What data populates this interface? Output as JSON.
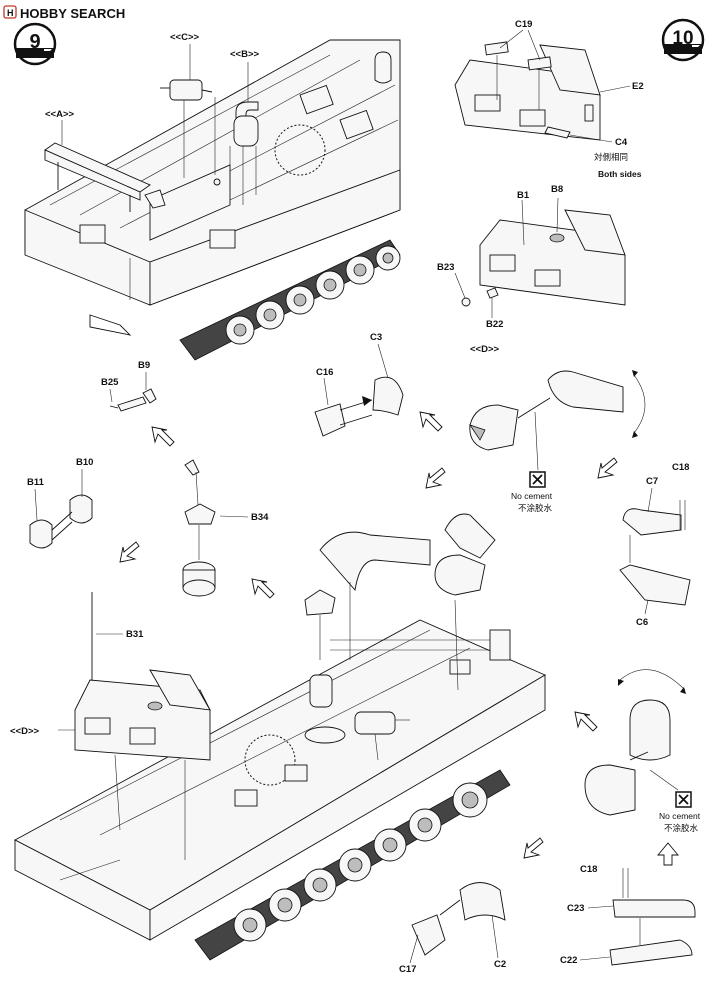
{
  "watermark": {
    "brand": "HOBBY SEARCH"
  },
  "steps": {
    "left": "9",
    "right": "10",
    "label": "STEP"
  },
  "callouts": {
    "A": "<<A>>",
    "B": "<<B>>",
    "C": "<<C>>",
    "D_top": "<<D>>",
    "D_bottom": "<<D>>"
  },
  "parts": {
    "C19": "C19",
    "E2": "E2",
    "C4": "C4",
    "B1": "B1",
    "B8": "B8",
    "B23": "B23",
    "B22": "B22",
    "C3": "C3",
    "C16": "C16",
    "B9": "B9",
    "B25": "B25",
    "B10": "B10",
    "B11": "B11",
    "B34": "B34",
    "B31": "B31",
    "C7": "C7",
    "C18_top": "C18",
    "C6": "C6",
    "C18_bottom": "C18",
    "C23": "C23",
    "C22": "C22",
    "C17": "C17",
    "C2": "C2"
  },
  "notes": {
    "both_sides_cn": "対側相同",
    "both_sides_en": "Both sides",
    "no_cement_en_1": "No cement",
    "no_cement_cn_1": "不涂胶水",
    "no_cement_en_2": "No cement",
    "no_cement_cn_2": "不涂胶水"
  },
  "colors": {
    "ink": "#111111",
    "paper": "#ffffff",
    "watermark": "#c0392b"
  }
}
